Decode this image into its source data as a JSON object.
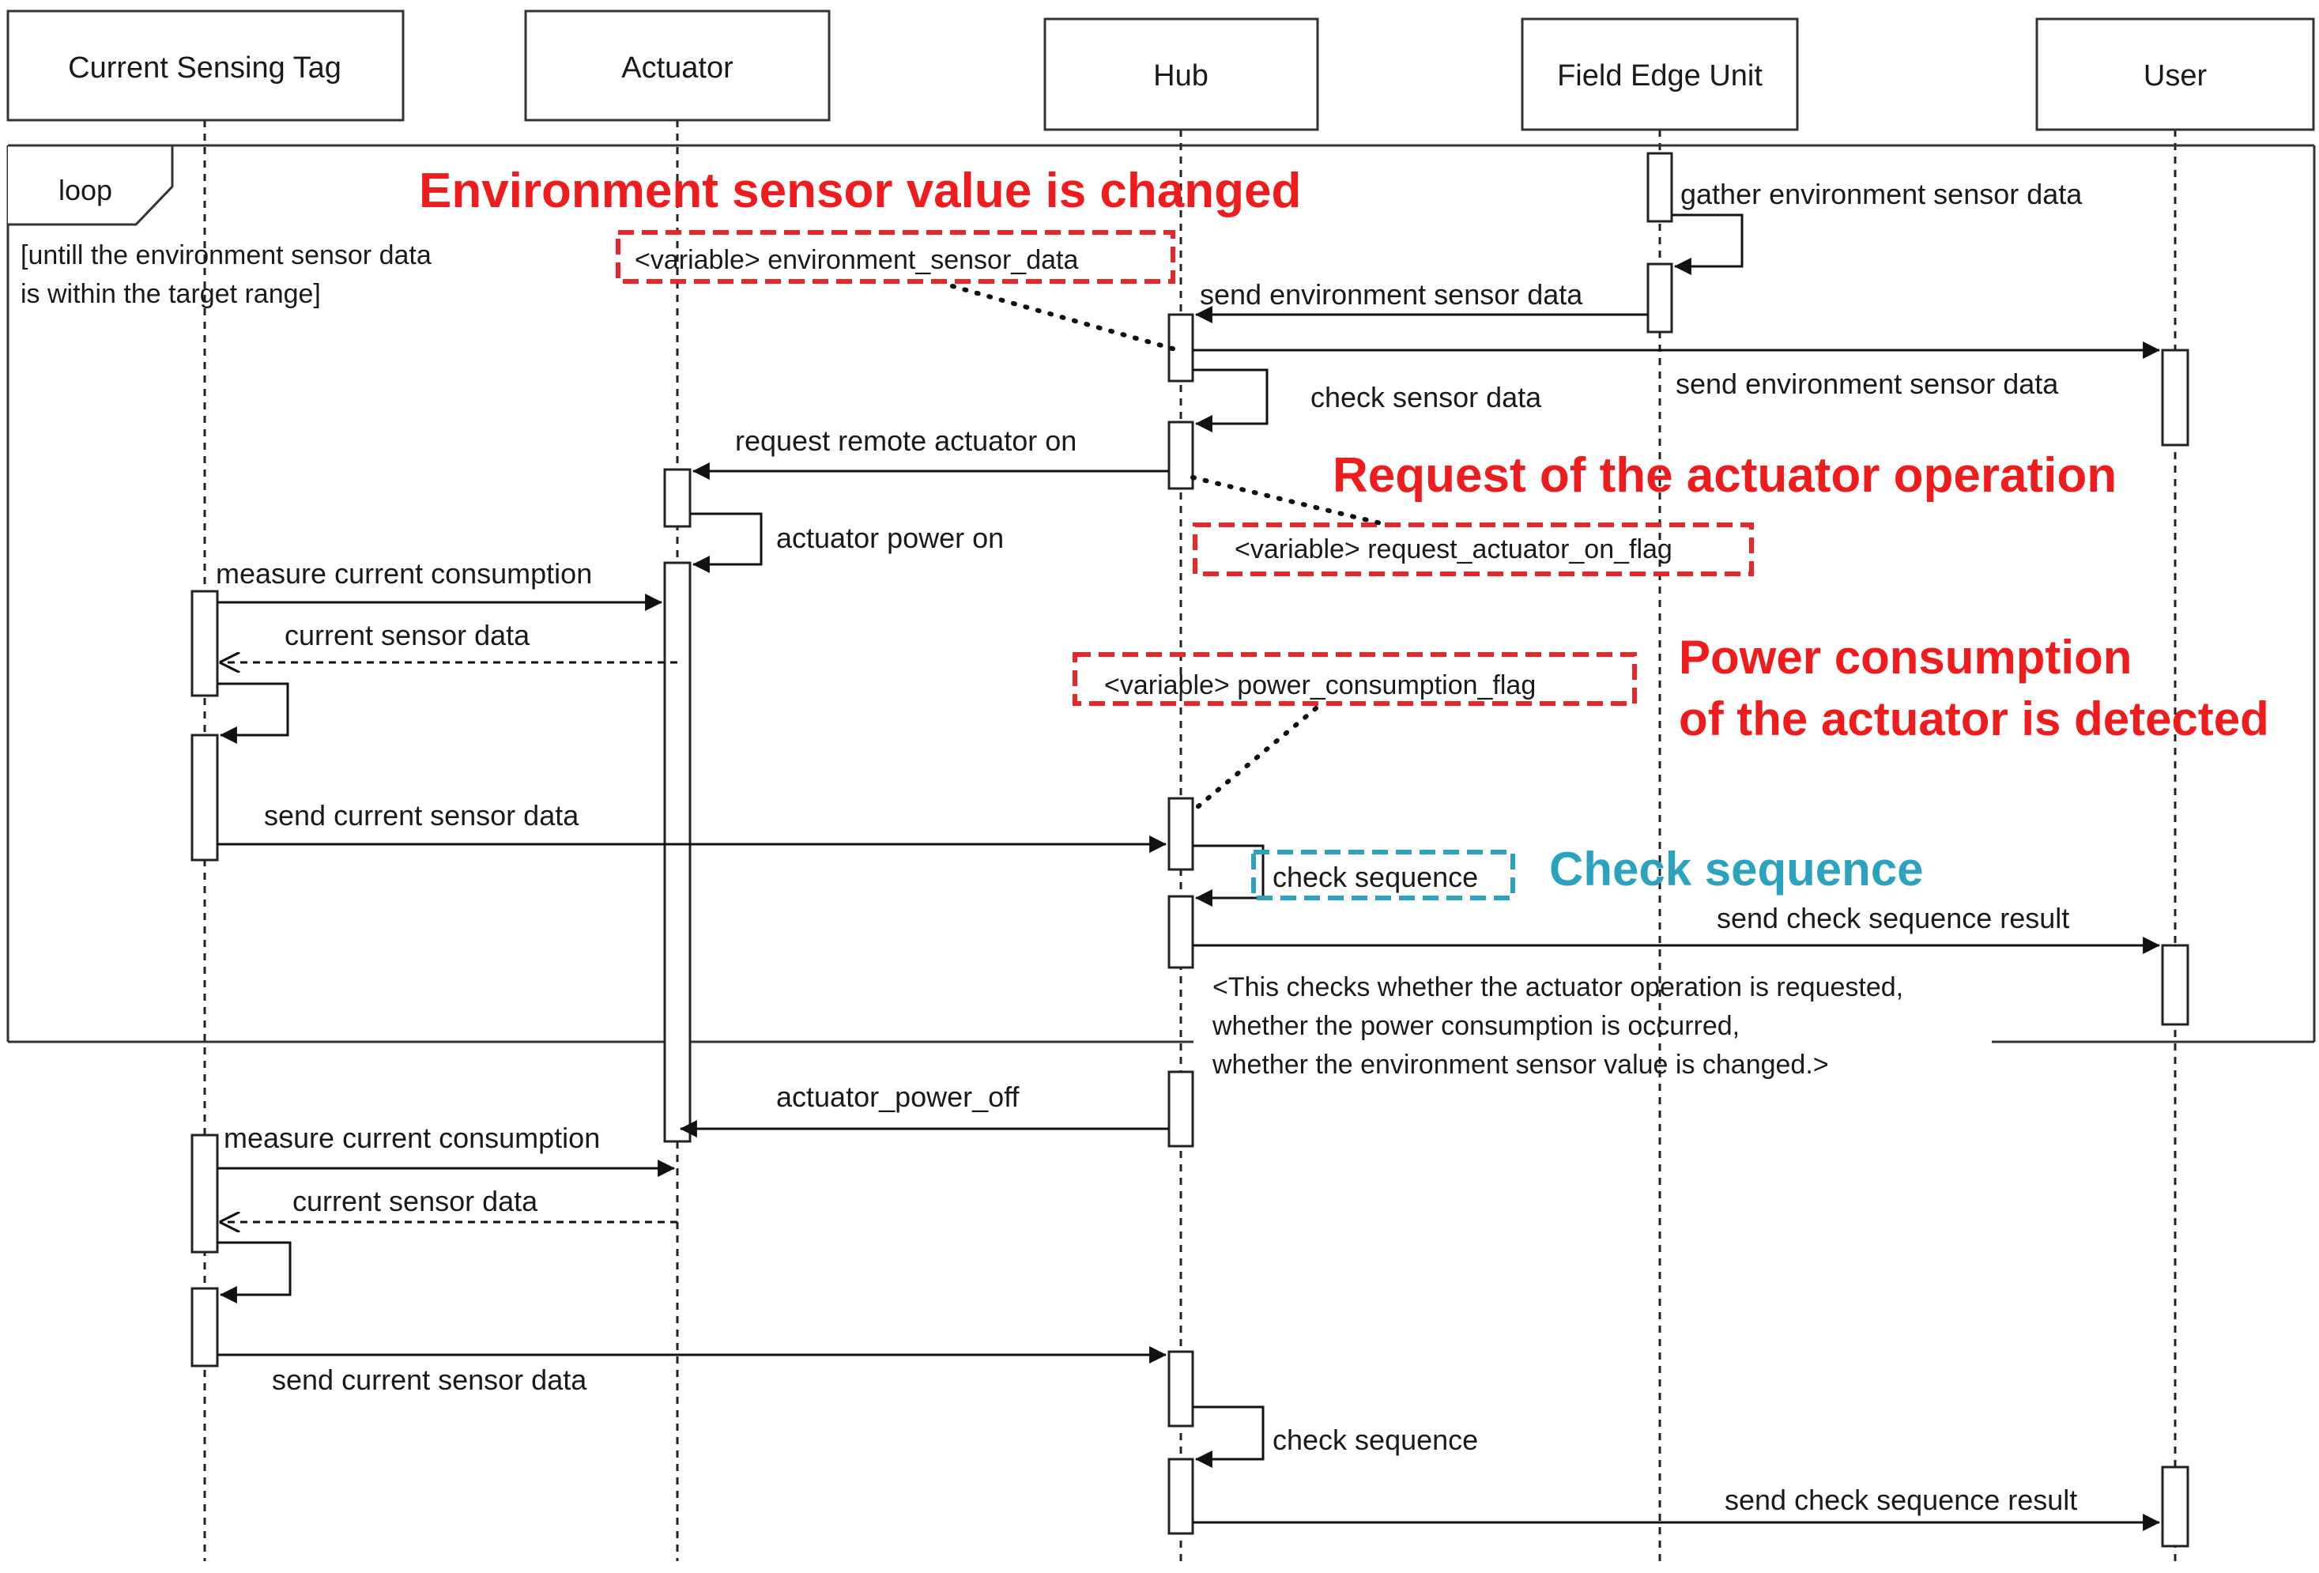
{
  "participants": {
    "tag": "Current Sensing Tag",
    "actuator": "Actuator",
    "hub": "Hub",
    "feu": "Field Edge Unit",
    "user": "User"
  },
  "loop": {
    "label": "loop",
    "guard_line1": "[untill the environment sensor data",
    "guard_line2": "is within the target range]"
  },
  "messages": {
    "gather": "gather environment sensor data",
    "send_env_to_hub": "send environment sensor data",
    "send_env_to_user": "send environment sensor data",
    "check_sensor": "check sensor data",
    "request_on": "request remote actuator on",
    "actuator_power_on": "actuator power on",
    "measure_1": "measure current consumption",
    "current_data_1": "current sensor data",
    "send_current_1": "send current sensor data",
    "check_seq_1": "check sequence",
    "send_result_1": "send check sequence result",
    "actuator_power_off": "actuator_power_off",
    "measure_2": "measure current consumption",
    "current_data_2": "current sensor data",
    "send_current_2": "send current sensor data",
    "check_seq_2": "check sequence",
    "send_result_2": "send check sequence result"
  },
  "variables": {
    "env": "<variable> environment_sensor_data",
    "req": "<variable> request_actuator_on_flag",
    "pow": "<variable> power_consumption_flag"
  },
  "note": {
    "line1": "<This checks whether the actuator operation is requested,",
    "line2": "whether the power consumption is occurred,",
    "line3": "whether the environment sensor value is changed.>"
  },
  "annotations": {
    "env_changed": "Environment sensor value is changed",
    "request_op": "Request of the actuator operation",
    "power_line1": "Power consumption",
    "power_line2": "of the actuator is detected",
    "check_sequence": "Check sequence"
  },
  "colors": {
    "annotation_red": "#ee1c1c",
    "annotation_blue": "#2ba3bf",
    "line": "#111111"
  }
}
